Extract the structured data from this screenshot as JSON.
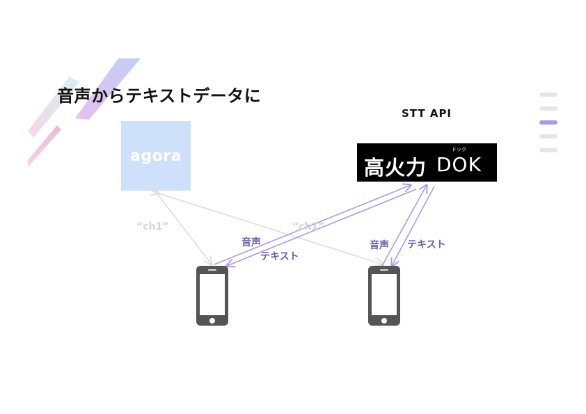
{
  "title": "音声からテキストデータに",
  "stt_api_label": "STT API",
  "agora_logo_text": "agora",
  "dok_logo": {
    "kanji": "高火力",
    "latin": "DOK",
    "ruby": "ドック"
  },
  "labels": {
    "ch1_left": "“ch1”",
    "ch1_right": "“ch1”",
    "audio_left": "音声",
    "text_left": "テキスト",
    "audio_right": "音声",
    "text_right": "テキスト"
  },
  "colors": {
    "purple_arrow": "#a99bee",
    "grey_arrow": "#dddddd",
    "label_purple": "#6a5ea8",
    "agora_bg": "#cfe0fb"
  },
  "progress_indicator": {
    "total": 5,
    "active_index": 2
  }
}
